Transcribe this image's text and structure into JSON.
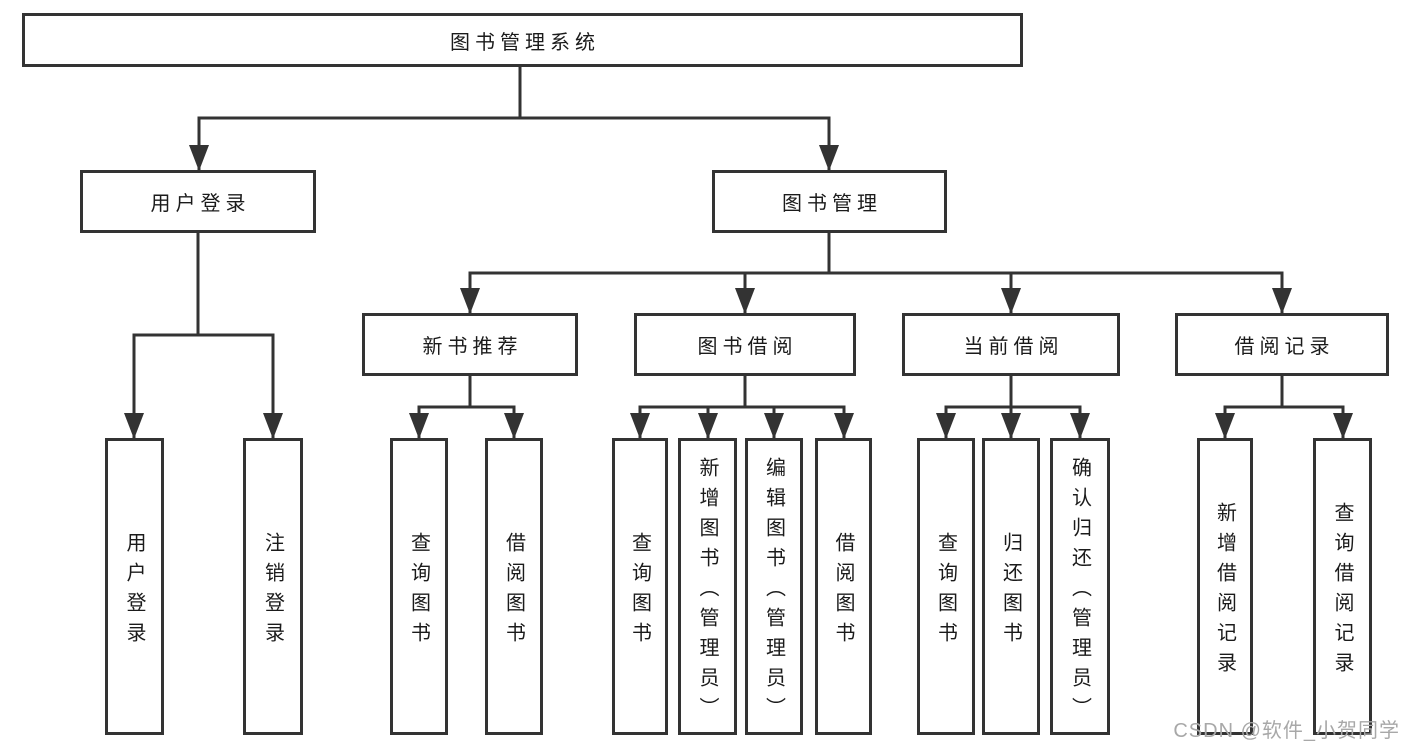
{
  "diagram": {
    "root": "图书管理系统",
    "branches": {
      "user_login": {
        "label": "用户登录",
        "children": [
          "用户登录",
          "注销登录"
        ]
      },
      "book_mgmt": {
        "label": "图书管理",
        "children": {
          "new_books": {
            "label": "新书推荐",
            "children": [
              "查询图书",
              "借阅图书"
            ]
          },
          "borrow": {
            "label": "图书借阅",
            "children": [
              "查询图书",
              "新增图书（管理员）",
              "编辑图书（管理员）",
              "借阅图书"
            ]
          },
          "current": {
            "label": "当前借阅",
            "children": [
              "查询图书",
              "归还图书",
              "确认归还（管理员）"
            ]
          },
          "records": {
            "label": "借阅记录",
            "children": [
              "新增借阅记录",
              "查询借阅记录"
            ]
          }
        }
      }
    },
    "watermark": "CSDN @软件_小贺同学"
  },
  "colors": {
    "line": "#333333",
    "text": "#1b1b1b",
    "watermark": "#a8a8a8",
    "background": "#ffffff"
  }
}
